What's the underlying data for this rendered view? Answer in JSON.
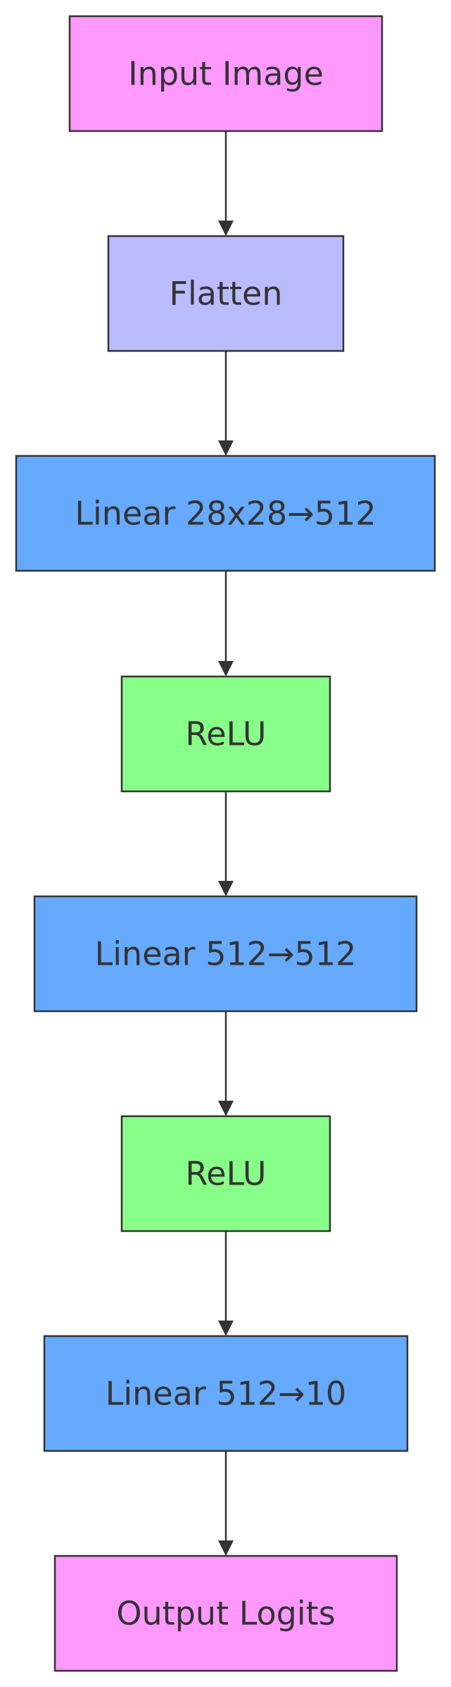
{
  "colors": {
    "io": "#FF99FF",
    "flatten": "#BBBBFF",
    "linear": "#66AAFF",
    "relu": "#88FF88",
    "stroke": "#333333",
    "text": "#333333"
  },
  "nodes": [
    {
      "id": "input-image",
      "label": "Input Image",
      "kind": "io"
    },
    {
      "id": "flatten",
      "label": "Flatten",
      "kind": "flatten"
    },
    {
      "id": "linear-1",
      "label": "Linear 28x28→512",
      "kind": "linear"
    },
    {
      "id": "relu-1",
      "label": "ReLU",
      "kind": "relu"
    },
    {
      "id": "linear-2",
      "label": "Linear 512→512",
      "kind": "linear"
    },
    {
      "id": "relu-2",
      "label": "ReLU",
      "kind": "relu"
    },
    {
      "id": "linear-3",
      "label": "Linear 512→10",
      "kind": "linear"
    },
    {
      "id": "output-logits",
      "label": "Output Logits",
      "kind": "io"
    }
  ],
  "edges": [
    {
      "from": "input-image",
      "to": "flatten"
    },
    {
      "from": "flatten",
      "to": "linear-1"
    },
    {
      "from": "linear-1",
      "to": "relu-1"
    },
    {
      "from": "relu-1",
      "to": "linear-2"
    },
    {
      "from": "linear-2",
      "to": "relu-2"
    },
    {
      "from": "relu-2",
      "to": "linear-3"
    },
    {
      "from": "linear-3",
      "to": "output-logits"
    }
  ]
}
